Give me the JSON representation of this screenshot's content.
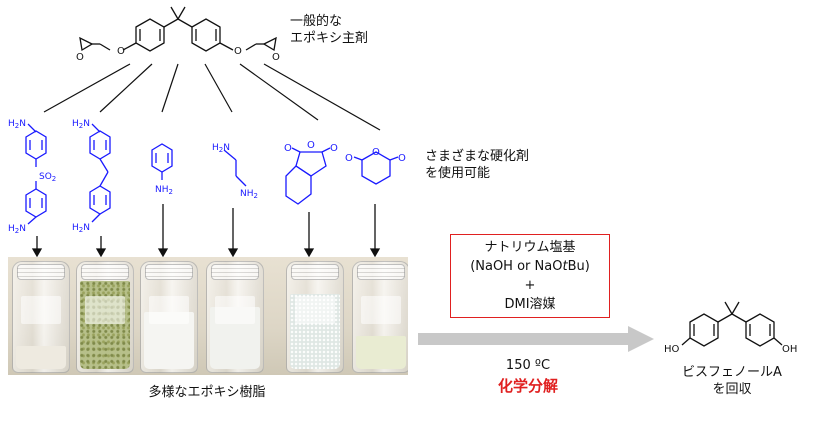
{
  "labels": {
    "main_agent": [
      "一般的な",
      "エポキシ主剤"
    ],
    "hardeners": [
      "さまざまな硬化剤",
      "を使用可能"
    ],
    "resins": "多様なエポキシ樹脂",
    "reagent_line1": "ナトリウム塩基",
    "reagent_line2_pre": "(NaOH or NaO",
    "reagent_line2_ital": "t",
    "reagent_line2_post": "Bu)",
    "plus": "+",
    "solvent": "DMI溶媒",
    "temperature": "150 ºC",
    "process": "化学分解",
    "product": [
      "ビスフェノールA",
      "を回収"
    ]
  },
  "atoms": {
    "nh2": "NH",
    "h2n": "H",
    "sub2": "2",
    "so2": "SO",
    "o": "O",
    "ho": "HO",
    "oh": "OH"
  },
  "colors": {
    "hardener_blue": "#1a1aff",
    "accent_red": "#e02020",
    "arrow_gray": "#c8c8c8"
  },
  "vials": [
    {
      "fill_color": "#eeeae0",
      "fill_fraction": 0.22
    },
    {
      "fill_color": "#b7c08a",
      "fill_fraction": 0.85
    },
    {
      "fill_color": "#f5f5f2",
      "fill_fraction": 0.55
    },
    {
      "fill_color": "#f1f2ee",
      "fill_fraction": 0.6
    },
    {
      "fill_color": "#dfe7e4",
      "fill_fraction": 0.72
    },
    {
      "fill_color": "#e9ecd2",
      "fill_fraction": 0.32
    }
  ]
}
